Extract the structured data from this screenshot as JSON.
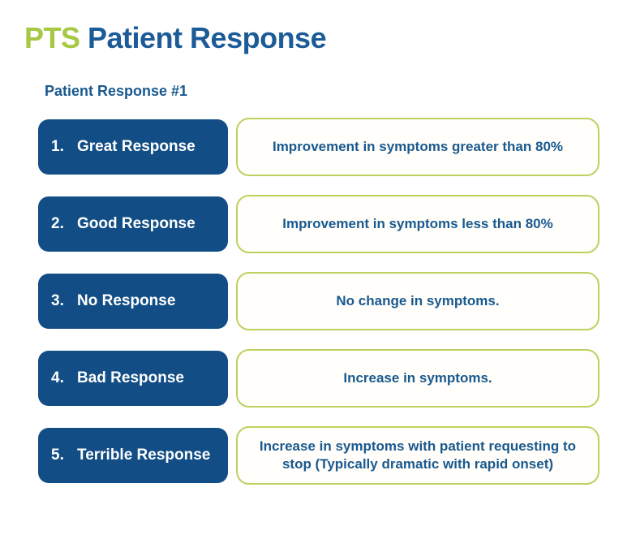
{
  "page": {
    "title_highlight": "PTS",
    "title_rest": " Patient Response",
    "subtitle": "Patient Response #1"
  },
  "colors": {
    "accent_green": "#a6c843",
    "border_green": "#bdd15f",
    "dark_blue": "#124e85",
    "title_blue": "#1c5b97",
    "text_blue": "#19598f",
    "box_fill": "#fffefa"
  },
  "rows": [
    {
      "number": "1.",
      "label": "Great Response",
      "description": "Improvement in symptoms greater than 80%"
    },
    {
      "number": "2.",
      "label": "Good Response",
      "description": "Improvement in symptoms less than 80%"
    },
    {
      "number": "3.",
      "label": "No Response",
      "description": "No change in symptoms."
    },
    {
      "number": "4.",
      "label": "Bad Response",
      "description": "Increase in symptoms."
    },
    {
      "number": "5.",
      "label": "Terrible Response",
      "description": "Increase in symptoms with patient requesting to stop (Typically dramatic with rapid onset)"
    }
  ]
}
